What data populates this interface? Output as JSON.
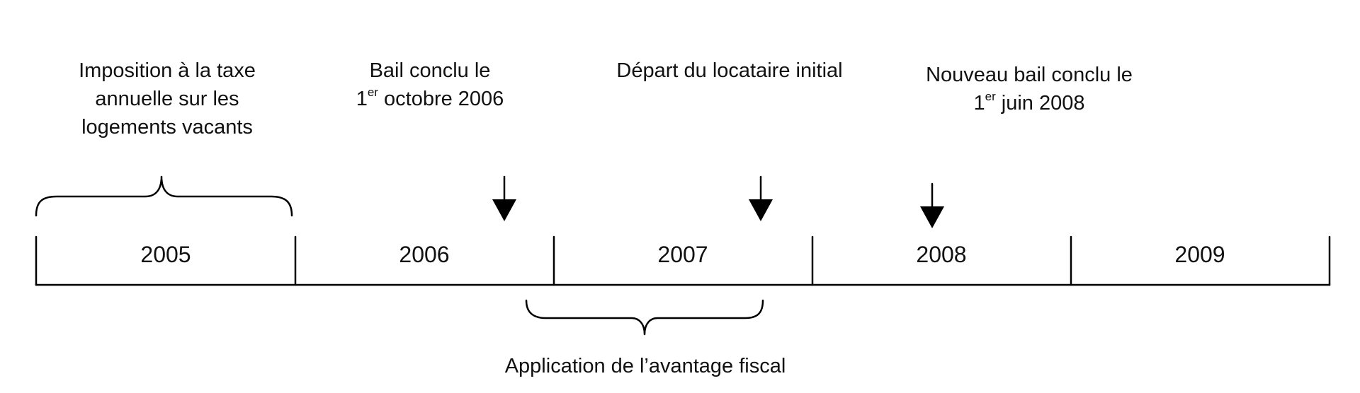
{
  "timeline": {
    "years": [
      "2005",
      "2006",
      "2007",
      "2008",
      "2009"
    ]
  },
  "annotations": {
    "tax_label": {
      "line1": "Imposition à la taxe",
      "line2": "annuelle sur les",
      "line3": "logements vacants"
    },
    "lease_2006": {
      "line1": "Bail conclu le",
      "day": "1",
      "ordinal": "er",
      "rest": " octobre 2006"
    },
    "departure": {
      "text": "Départ du locataire initial"
    },
    "lease_2008": {
      "line1": "Nouveau bail conclu le",
      "day": "1",
      "ordinal": "er",
      "rest": " juin 2008"
    },
    "benefit": {
      "text": "Application de l’avantage fiscal"
    }
  },
  "colors": {
    "stroke": "#000000",
    "text": "#111111"
  }
}
